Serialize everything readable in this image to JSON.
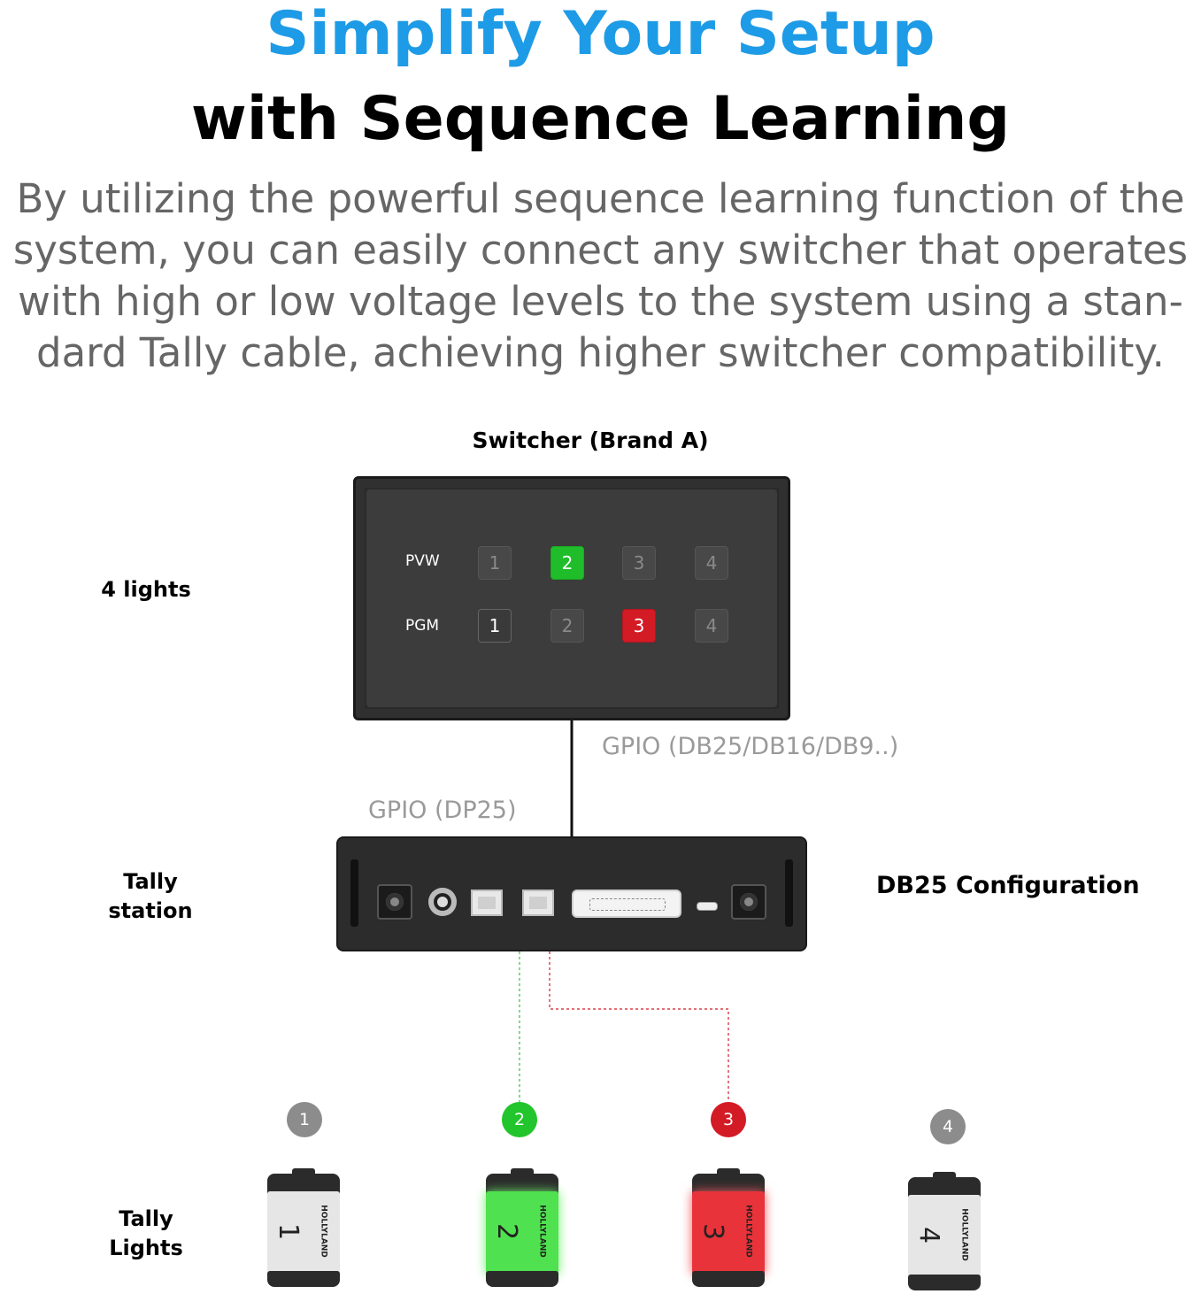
{
  "header": {
    "title_line1": "Simplify Your Setup",
    "title_line2": "with Sequence Learning",
    "description_lines": [
      "By utilizing the powerful sequence learning function of the",
      "system, you can easily connect any switcher that operates",
      "with high or low voltage levels to the system using a stan-",
      "dard Tally cable, achieving higher switcher compatibility."
    ]
  },
  "colors": {
    "title_blue": "#1e9be6",
    "green": "#1fbd2a",
    "red": "#d31b26",
    "grey": "#8c8c8c"
  },
  "switcher": {
    "label": "Switcher (Brand A)",
    "rows": [
      {
        "name": "PVW",
        "keys": [
          "1",
          "2",
          "3",
          "4"
        ],
        "active": 2,
        "active_color": "green"
      },
      {
        "name": "PGM",
        "keys": [
          "1",
          "2",
          "3",
          "4"
        ],
        "active": 3,
        "active_color": "red"
      }
    ]
  },
  "labels": {
    "four_lights": "4 lights",
    "gpio_switcher": "GPIO (DB25/DB16/DB9..)",
    "gpio_station": "GPIO (DP25)",
    "station_line1": "Tally",
    "station_line2": "station",
    "db25": "DB25 Configuration",
    "lights_line1": "Tally",
    "lights_line2": "Lights"
  },
  "tally_lights": [
    {
      "number": "1",
      "state": "off",
      "brand": "HOLLYLAND"
    },
    {
      "number": "2",
      "state": "preview",
      "brand": "HOLLYLAND"
    },
    {
      "number": "3",
      "state": "program",
      "brand": "HOLLYLAND"
    },
    {
      "number": "4",
      "state": "off",
      "brand": "HOLLYLAND"
    }
  ]
}
